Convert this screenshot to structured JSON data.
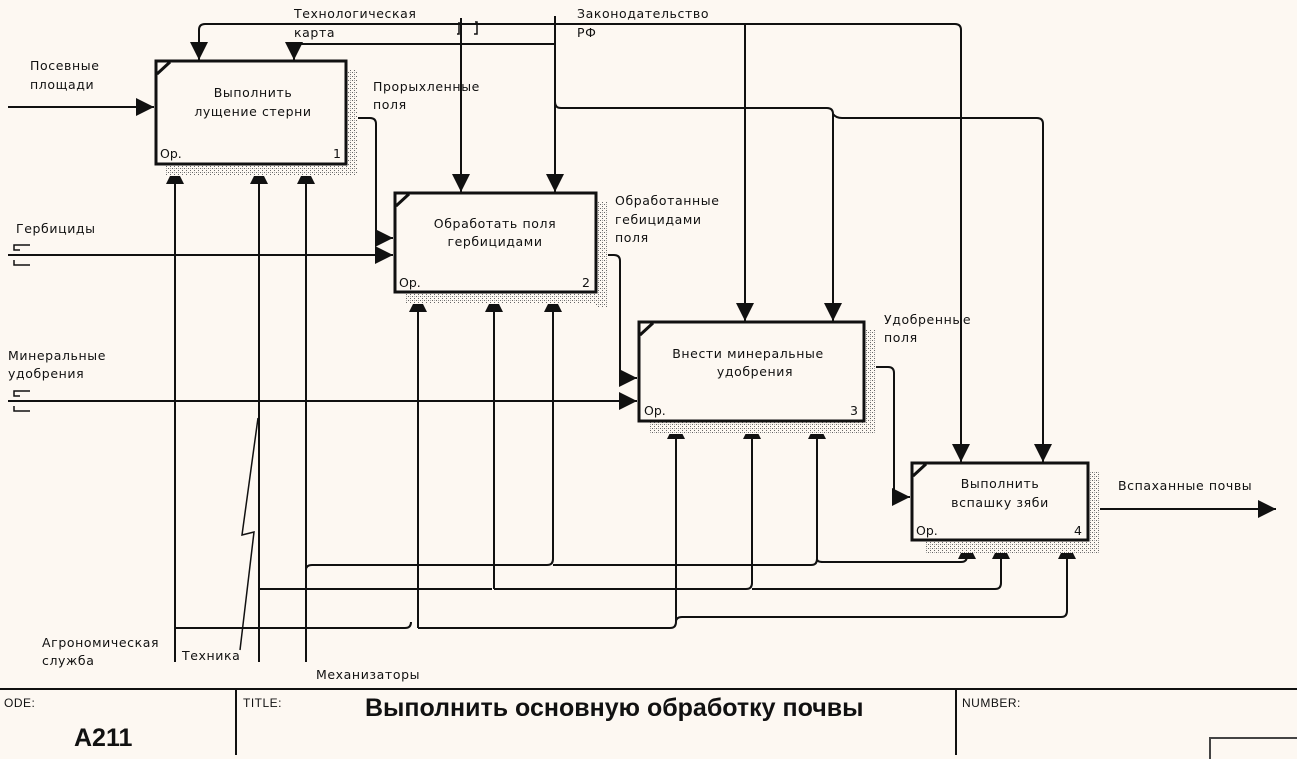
{
  "diagram": {
    "activities": [
      {
        "id": 1,
        "title_lines": [
          "Выполнить",
          "лущение стерни"
        ],
        "label": "Ор.",
        "number": "1"
      },
      {
        "id": 2,
        "title_lines": [
          "Обработать поля",
          "гербицидами"
        ],
        "label": "Ор.",
        "number": "2"
      },
      {
        "id": 3,
        "title_lines": [
          "Внести минеральные",
          "удобрения"
        ],
        "label": "Ор.",
        "number": "3"
      },
      {
        "id": 4,
        "title_lines": [
          "Выполнить",
          "вспашку зяби"
        ],
        "label": "Ор.",
        "number": "4"
      }
    ],
    "inputs": {
      "posevnye": [
        "Посевные",
        "площади"
      ],
      "gerbicidy": [
        "Гербициды"
      ],
      "mineralnye": [
        "Минеральные",
        "удобрения"
      ]
    },
    "controls": {
      "tech_card": [
        "Технологическая",
        "карта"
      ],
      "law": [
        "Законодательство",
        "РФ"
      ]
    },
    "intermediate": {
      "proryhlennye": [
        "Прорыхленные",
        "поля"
      ],
      "obrabotannye": [
        "Обработанные",
        "гебицидами",
        "поля"
      ],
      "udobrennye": [
        "Удобренные",
        "поля"
      ]
    },
    "outputs": {
      "vspahannye": "Вспаханные почвы"
    },
    "mechanisms": {
      "agro": [
        "Агрономическая",
        "служба"
      ],
      "tehnika": "Техника",
      "mehanizatory": "Механизаторы"
    }
  },
  "title_block": {
    "node_label": "ODE:",
    "node_value": "A211",
    "title_label": "TITLE:",
    "title_value": "Выполнить основную обработку почвы",
    "number_label": "NUMBER:"
  },
  "colors": {
    "background": "#fdf8f2",
    "line": "#111111"
  }
}
